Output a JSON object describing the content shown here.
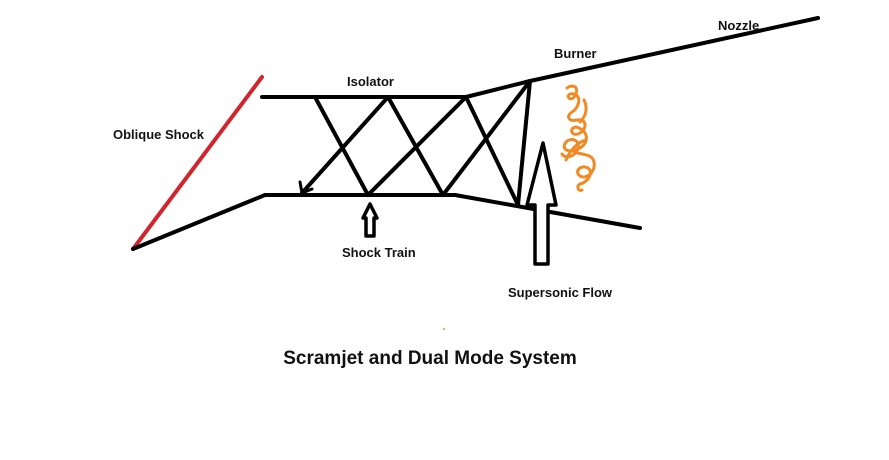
{
  "labels": {
    "oblique_shock": "Oblique Shock",
    "isolator": "Isolator",
    "burner": "Burner",
    "nozzle": "Nozzle",
    "shock_train": "Shock Train",
    "supersonic_flow": "Supersonic Flow"
  },
  "caption": "Scramjet and Dual Mode System",
  "colors": {
    "stroke": "#000000",
    "oblique_shock": "#d0262b",
    "flame": "#f08a24",
    "text": "#111111"
  }
}
